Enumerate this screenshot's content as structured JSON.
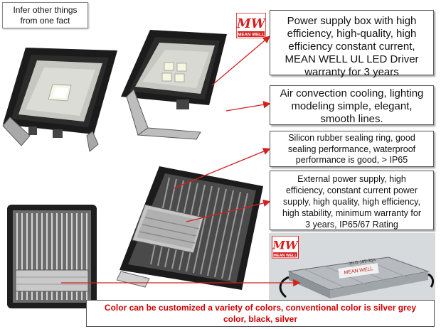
{
  "infer_note": [
    "Infer other things",
    "from one fact"
  ],
  "features": {
    "power_supply": [
      "Power supply box with high",
      "efficiency, high-quality, high",
      "efficiency constant current,",
      "MEAN WELL UL LED Driver",
      "warranty for 3 years"
    ],
    "cooling": [
      "Air convection cooling, lighting",
      "modeling simple, elegant,",
      "smooth lines."
    ],
    "sealing": [
      "Silicon rubber sealing ring, good",
      "sealing performance, waterproof",
      "performance is good, > IP65"
    ],
    "external_supply": [
      "External power supply, high",
      "efficiency, constant current power",
      "supply, high quality, high efficiency,",
      "high stability, minimum warranty for",
      "3 years, IP65/67 Rating"
    ]
  },
  "color_note": [
    "Color can be customized a variety of colors, conventional color is silver grey",
    "color, black, silver"
  ],
  "brand": {
    "logo_mark": "MW",
    "logo_text": "MEAN WELL",
    "logo_color": "#d81e1e",
    "driver_label": "HLG-185-36A",
    "driver_brand": "MEAN WELL"
  },
  "colors": {
    "arrow": "#d42020",
    "note_text": "#d00000",
    "housing": "#1a1a1a"
  }
}
